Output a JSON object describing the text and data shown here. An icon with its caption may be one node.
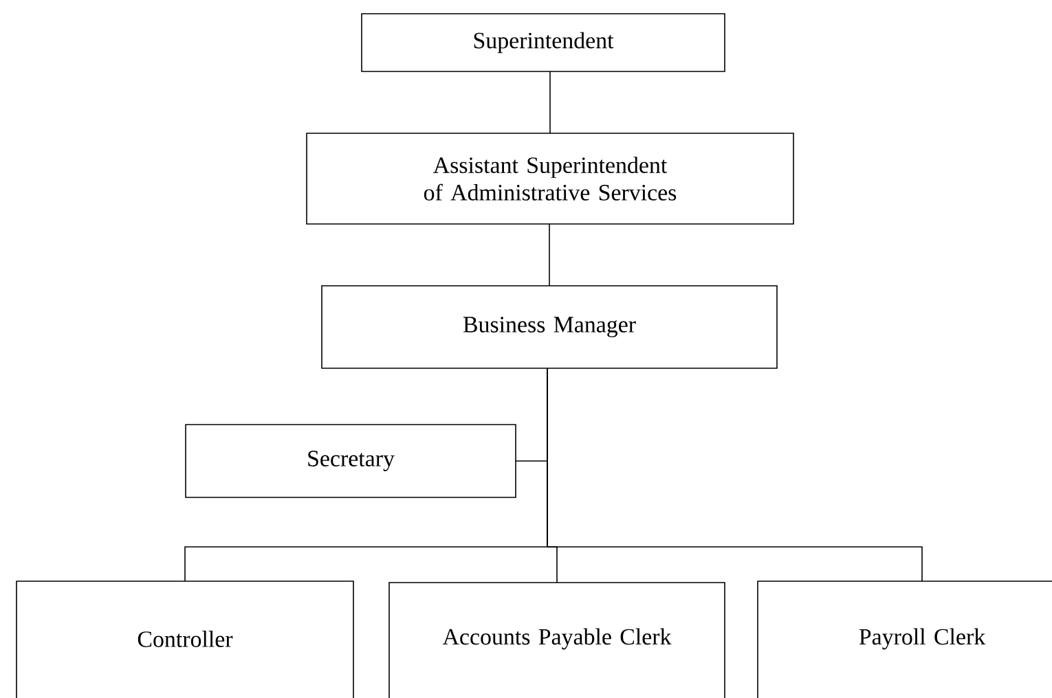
{
  "diagram": {
    "nodes": [
      {
        "text": [
          "Superintendent"
        ]
      },
      {
        "text": [
          "Assistant Superintendent of Administrative Services"
        ]
      },
      {
        "text": [
          "Business Manager"
        ]
      },
      {
        "text": [
          "Secretary"
        ]
      },
      {
        "text": [
          "Controller"
        ]
      },
      {
        "text": [
          "Accounts Payable Clerk"
        ]
      },
      {
        "text": [
          "Payroll Clerk"
        ]
      }
    ],
    "edges": [
      {
        "from": 0,
        "to": 1,
        "arrow": "none"
      },
      {
        "from": 1,
        "to": 2,
        "arrow": "none"
      },
      {
        "from": 2,
        "to": 3,
        "arrow": "none"
      },
      {
        "from": 2,
        "to": 4,
        "arrow": "none"
      },
      {
        "from": 2,
        "to": 5,
        "arrow": "none"
      },
      {
        "from": 2,
        "to": 6,
        "arrow": "none"
      }
    ]
  }
}
